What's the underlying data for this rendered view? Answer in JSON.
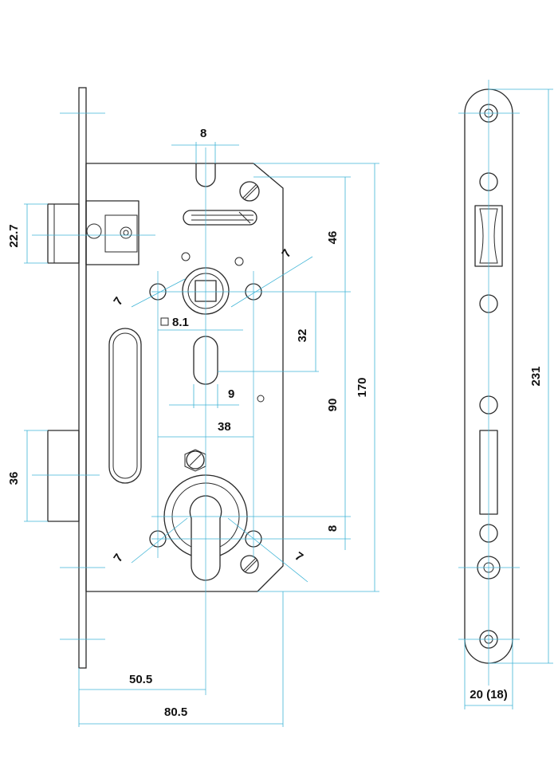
{
  "colors": {
    "outline": "#2a2a2a",
    "dimension": "#3fb4d6",
    "background": "#ffffff"
  },
  "dimensions": {
    "slot_width": "8",
    "latch_height": "22.7",
    "deadbolt_height": "36",
    "hole_dia_upper_left": "7",
    "hole_dia_upper_right": "7",
    "hole_dia_lower_left": "7",
    "hole_dia_lower_right": "7",
    "spindle_square": "8.1",
    "spindle_to_keyhole": "32",
    "keyhole_width": "9",
    "hole_spacing": "38",
    "top_to_spindle": "46",
    "spindle_to_cylinder": "90",
    "case_height": "170",
    "cylinder_to_holes": "8",
    "backset": "50.5",
    "case_depth": "80.5",
    "faceplate_length": "231",
    "faceplate_width": "20 (18)"
  }
}
